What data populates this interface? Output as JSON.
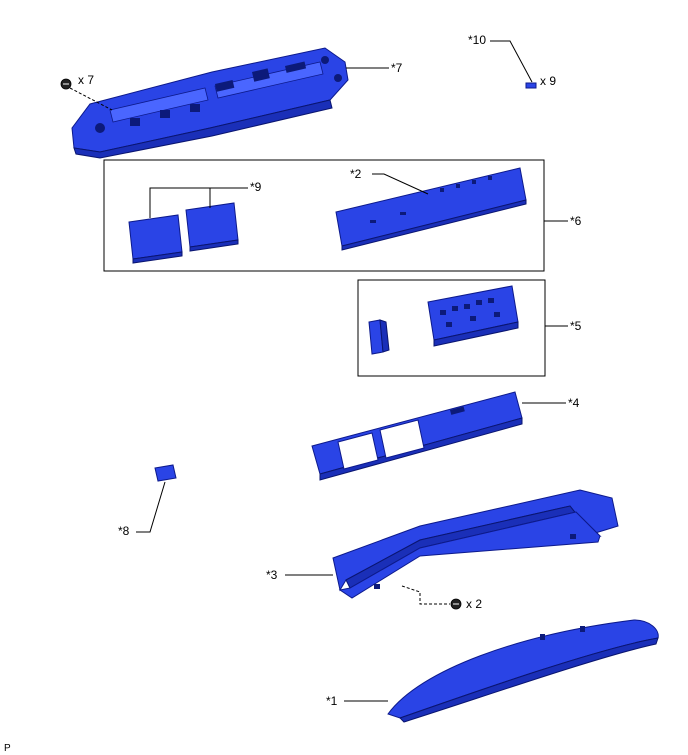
{
  "labels": {
    "l1": "*1",
    "l2": "*2",
    "l3": "*3",
    "l4": "*4",
    "l5": "*5",
    "l6": "*6",
    "l7": "*7",
    "l8": "*8",
    "l9": "*9",
    "l10": "*10"
  },
  "quantities": {
    "clip_top_right": "x 9",
    "screw_top_left": "x 7",
    "screw_bottom": "x 2"
  },
  "footer": {
    "code": "P"
  },
  "colors": {
    "part_fill": "#2a44e6",
    "part_outline": "#0d1a8c"
  }
}
